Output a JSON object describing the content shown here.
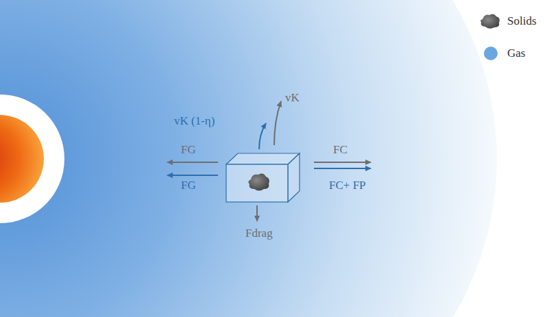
{
  "diagram": {
    "labels": [
      "vK (1-η)",
      "vK",
      "FG",
      "FG",
      "FC",
      "FC+ FP",
      "Fdrag"
    ],
    "legend": [
      {
        "text": "Solids"
      },
      {
        "text": "Gas",
        "color": "#6aa6e0"
      }
    ]
  }
}
